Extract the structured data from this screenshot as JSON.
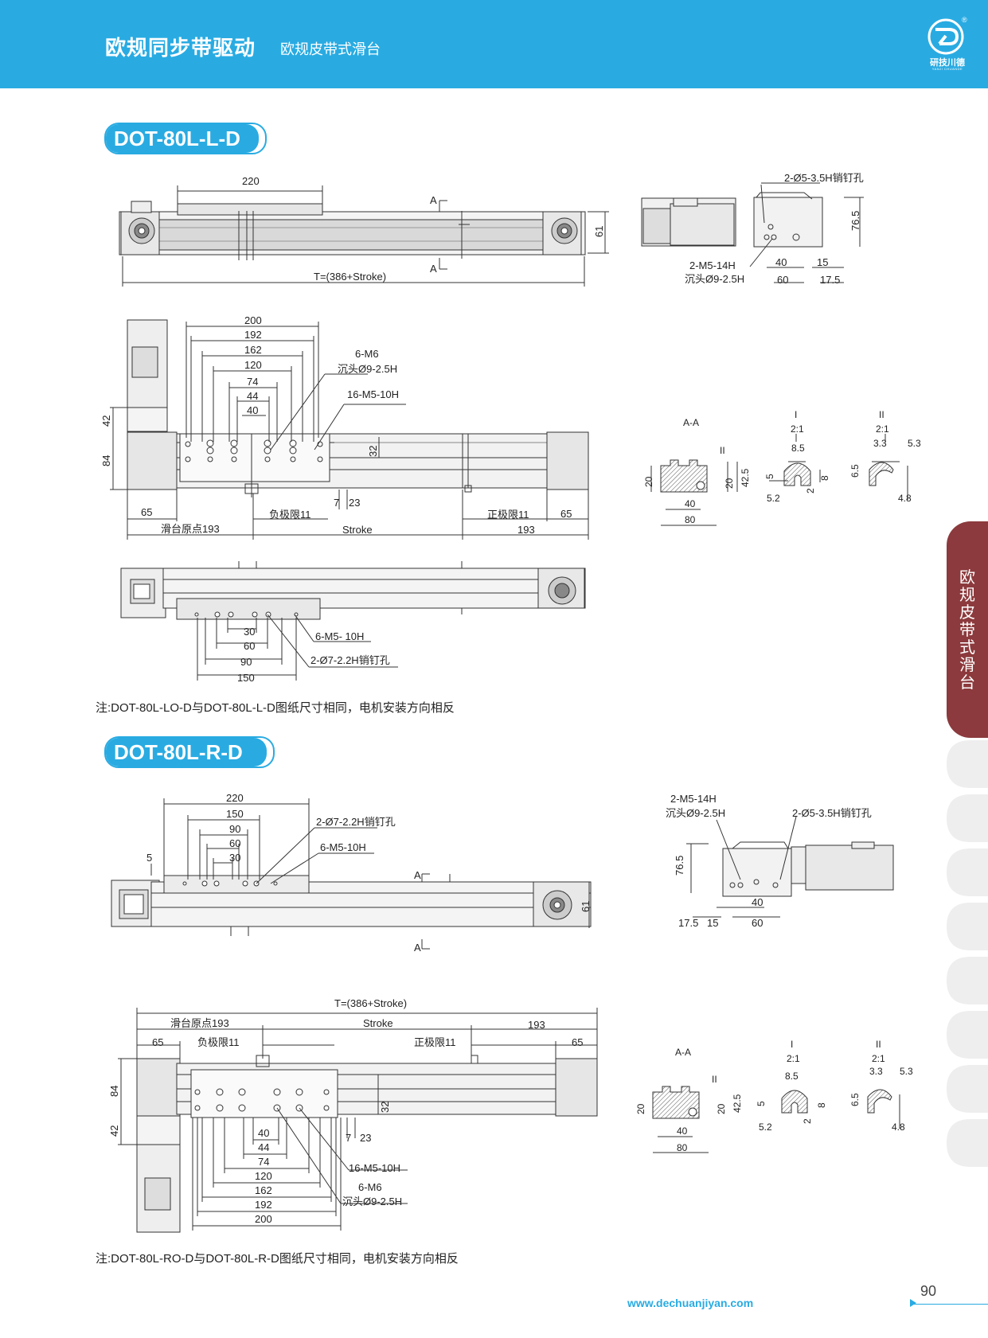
{
  "header": {
    "title": "欧规同步带驱动",
    "subtitle": "欧规皮带式滑台",
    "logo_brand": "研技川德",
    "logo_brand_en": "YANJI CHUANDE",
    "logo_reg": "®"
  },
  "section1": {
    "model": "DOT-80L-L-D",
    "top_view": {
      "dims": [
        "220",
        "61",
        "T=(386+Stroke)"
      ],
      "section_mark": "A"
    },
    "end_view": {
      "labels": [
        "2-Ø5-3.5H销钉孔",
        "2-M5-14H",
        "沉头Ø9-2.5H"
      ],
      "dims": [
        "76.5",
        "40",
        "15",
        "60",
        "17.5"
      ]
    },
    "front_view": {
      "dims": [
        "200",
        "192",
        "162",
        "120",
        "74",
        "44",
        "40",
        "42",
        "84",
        "32",
        "7",
        "23",
        "65",
        "65",
        "193"
      ],
      "labels": [
        "6-M6",
        "沉头Ø9-2.5H",
        "16-M5-10H",
        "负极限11",
        "正极限11",
        "滑台原点193",
        "Stroke"
      ]
    },
    "bottom_view": {
      "dims": [
        "30",
        "60",
        "90",
        "150"
      ],
      "labels": [
        "6-M5- 10H",
        "2-Ø7-2.2H销钉孔"
      ]
    },
    "sections": {
      "aa_label": "A-A",
      "detail1_label": "I",
      "detail2_label": "II",
      "scale": "2:1",
      "dims": [
        "20",
        "40",
        "80",
        "20",
        "42.5",
        "8.5",
        "5",
        "8",
        "5.2",
        "2",
        "3.3",
        "5.3",
        "6.5",
        "4.8"
      ]
    },
    "note": "注:DOT-80L-LO-D与DOT-80L-L-D图纸尺寸相同，电机安装方向相反"
  },
  "section2": {
    "model": "DOT-80L-R-D",
    "top_view": {
      "dims": [
        "220",
        "150",
        "90",
        "60",
        "30",
        "5",
        "61"
      ],
      "labels": [
        "2-Ø7-2.2H销钉孔",
        "6-M5-10H"
      ],
      "section_mark": "A"
    },
    "end_view": {
      "labels": [
        "2-M5-14H",
        "沉头Ø9-2.5H",
        "2-Ø5-3.5H销钉孔"
      ],
      "dims": [
        "76.5",
        "40",
        "17.5",
        "15",
        "60"
      ]
    },
    "front_view": {
      "dims": [
        "65",
        "193",
        "65",
        "84",
        "42",
        "32",
        "40",
        "44",
        "74",
        "120",
        "162",
        "192",
        "200",
        "7",
        "23"
      ],
      "labels": [
        "T=(386+Stroke)",
        "滑台原点193",
        "Stroke",
        "负极限11",
        "正极限11",
        "16-M5-10H",
        "6-M6",
        "沉头Ø9-2.5H"
      ]
    },
    "sections": {
      "aa_label": "A-A",
      "detail1_label": "I",
      "detail2_label": "II",
      "scale": "2:1",
      "dims": [
        "20",
        "40",
        "80",
        "20",
        "42.5",
        "8.5",
        "5",
        "8",
        "5.2",
        "2",
        "3.3",
        "5.3",
        "6.5",
        "4.8"
      ]
    },
    "note": "注:DOT-80L-RO-D与DOT-80L-R-D图纸尺寸相同，电机安装方向相反"
  },
  "side_tab": {
    "text": "欧规皮带式滑台"
  },
  "footer": {
    "url": "www.dechuanjiyan.com",
    "page_number": "90"
  },
  "colors": {
    "brand_blue": "#29abe2",
    "side_tab": "#8c3a3d",
    "drawing_line": "#333333",
    "rail_gray": "#9a9a9a"
  }
}
